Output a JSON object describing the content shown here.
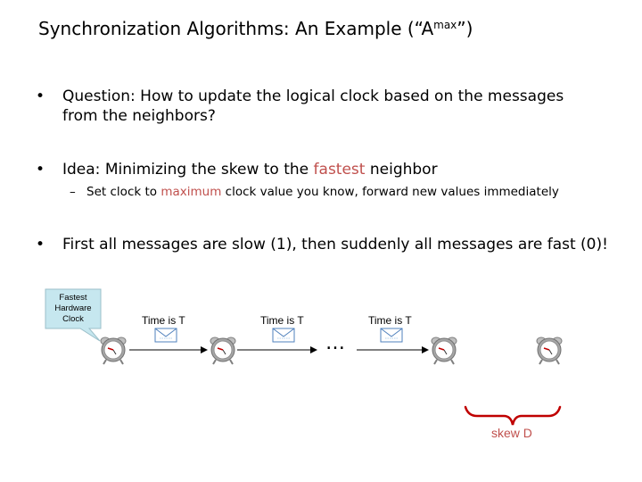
{
  "slide": {
    "title": "Synchronization Algorithms: An Example (“A",
    "title_sup": "max",
    "title_end": "”)",
    "bullets": [
      {
        "marker": "•",
        "text": "Question: How to update the logical clock based on the messages from the neighbors?"
      },
      {
        "marker": "•",
        "text_pre": "Idea: Minimizing the skew to the ",
        "text_highlight": "fastest",
        "text_post": " neighbor"
      },
      {
        "marker": "•",
        "text": "First all messages are slow (1), then suddenly all messages are fast (0)!"
      }
    ],
    "sub_bullet": {
      "marker": "–",
      "text_pre": "Set clock to ",
      "text_highlight": "maximum",
      "text_post": " clock value you know, forward new values immediately"
    }
  },
  "diagram": {
    "callout_lines": [
      "Fastest",
      "Hardware",
      "Clock"
    ],
    "messages": [
      "Time is T",
      "Time is T",
      "Time is T"
    ],
    "ellipsis": "…",
    "skew_label": "skew D"
  },
  "colors": {
    "highlight": "#c0504d",
    "callout_fill": "#c6e7ef",
    "envelope": "#4f81bd"
  }
}
